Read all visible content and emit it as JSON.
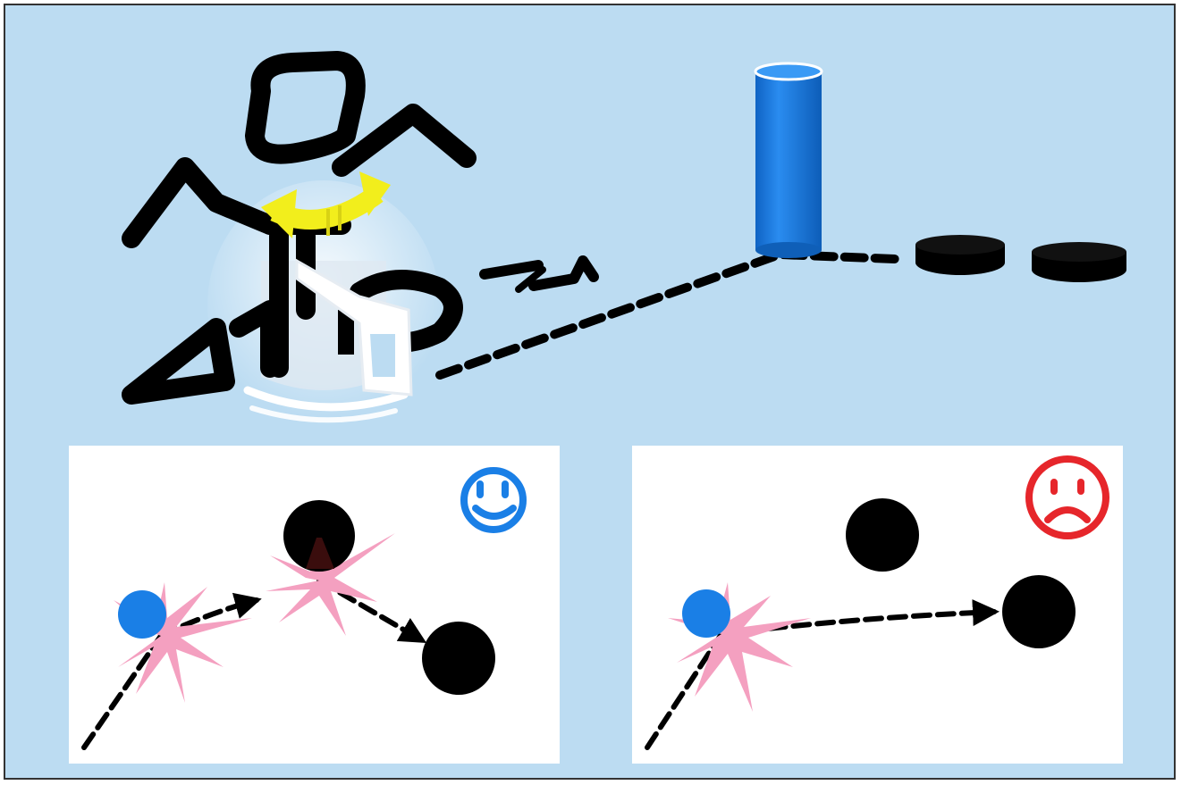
{
  "colors": {
    "background": "#bcdcf2",
    "panel": "#ffffff",
    "ink": "#000000",
    "blue": "#1a7fe6",
    "pink": "#f4a0c0",
    "yellow": "#f2ee1c",
    "red": "#e6262b",
    "dark_red": "#3a0d0d",
    "light_gray": "#eef0f3"
  },
  "scene": {
    "subject": "robot-arm",
    "target": "blue-cylinder",
    "remaining_objects": 2
  },
  "panels": [
    {
      "id": "success",
      "outcome_icon": "smiley-face-icon",
      "outcome_color": "#1a7fe6",
      "contacts": 2
    },
    {
      "id": "failure",
      "outcome_icon": "sad-face-icon",
      "outcome_color": "#e6262b",
      "contacts": 1
    }
  ]
}
